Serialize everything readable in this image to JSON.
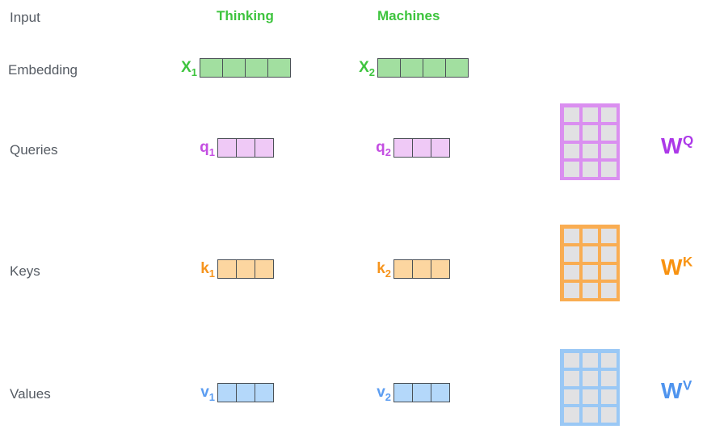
{
  "row_labels": {
    "input": "Input",
    "embedding": "Embedding",
    "queries": "Queries",
    "keys": "Keys",
    "values": "Values"
  },
  "column_headers": [
    "Thinking",
    "Machines"
  ],
  "embedding": {
    "cells_per_vector": 4,
    "tokens": [
      {
        "base": "X",
        "sub": "1"
      },
      {
        "base": "X",
        "sub": "2"
      }
    ]
  },
  "queries": {
    "cells_per_vector": 3,
    "tokens": [
      {
        "base": "q",
        "sub": "1"
      },
      {
        "base": "q",
        "sub": "2"
      }
    ],
    "weight_matrix": {
      "base": "W",
      "sup": "Q",
      "rows": 4,
      "cols": 3
    }
  },
  "keys": {
    "cells_per_vector": 3,
    "tokens": [
      {
        "base": "k",
        "sub": "1"
      },
      {
        "base": "k",
        "sub": "2"
      }
    ],
    "weight_matrix": {
      "base": "W",
      "sup": "K",
      "rows": 4,
      "cols": 3
    }
  },
  "values": {
    "cells_per_vector": 3,
    "tokens": [
      {
        "base": "v",
        "sub": "1"
      },
      {
        "base": "v",
        "sub": "2"
      }
    ],
    "weight_matrix": {
      "base": "W",
      "sup": "V",
      "rows": 4,
      "cols": 3
    }
  },
  "colors": {
    "row_label_text": "#555b63",
    "green_text": "#3ec43e",
    "green_cell_fill": "#a2dfa0",
    "purple_text": "#c44fe2",
    "purple_cell_fill": "#efc9f6",
    "purple_matrix_border": "#da8ff0",
    "purple_w_text": "#ac38e8",
    "orange_text": "#f6941d",
    "orange_cell_fill": "#fcd6a0",
    "orange_matrix_border": "#f9ad52",
    "orange_w_text": "#f89210",
    "blue_text": "#5c9df1",
    "blue_cell_fill": "#b4d8fa",
    "blue_matrix_border": "#9ac8f5",
    "blue_w_text": "#4f94ee",
    "vector_border": "#4a5056",
    "matrix_cell_fill": "#e1e1e3",
    "background": "#ffffff"
  }
}
